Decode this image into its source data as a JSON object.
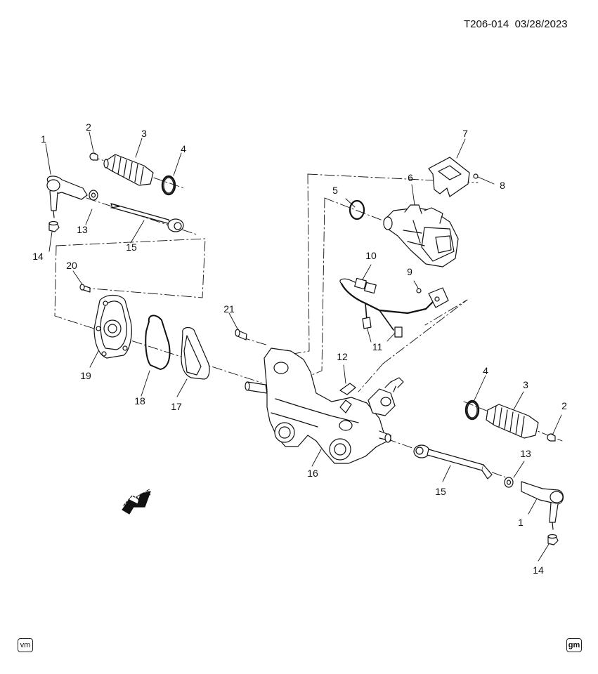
{
  "doc_id": "T206-014",
  "doc_date": "03/28/2023",
  "orientation_label": "FRT",
  "corner_left": "vm",
  "corner_right": "gm",
  "callouts": [
    "1",
    "2",
    "3",
    "4",
    "13",
    "14",
    "15",
    "20",
    "21",
    "19",
    "18",
    "17",
    "5",
    "6",
    "7",
    "8",
    "10",
    "9",
    "11",
    "12",
    "16",
    "4",
    "3",
    "2",
    "13",
    "15",
    "1",
    "14"
  ]
}
